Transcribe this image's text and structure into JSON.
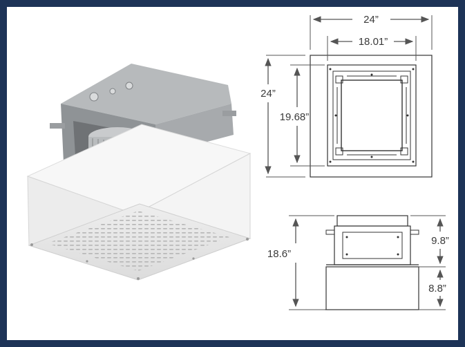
{
  "colors": {
    "border": "#1d3357",
    "background": "#ffffff",
    "dimension_line": "#555555",
    "housing_white": "#f3f3f3",
    "housing_metal": "#9fa3a6"
  },
  "top_view": {
    "outer_width": "24”",
    "inner_width": "18.01”",
    "outer_height": "24”",
    "inner_height": "19.68”"
  },
  "side_view": {
    "total_height": "18.6”",
    "upper_height": "9.8”",
    "lower_height": "8.8”"
  }
}
